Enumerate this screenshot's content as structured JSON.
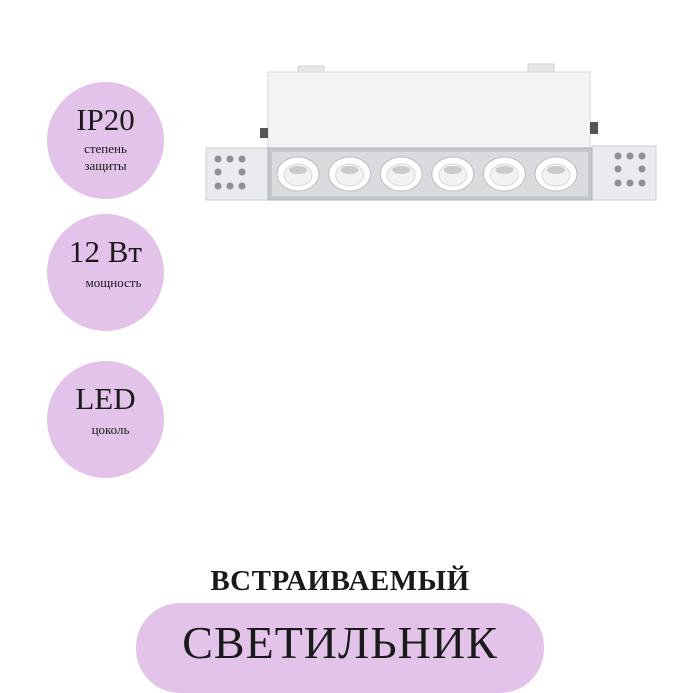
{
  "badges": [
    {
      "value": "IP20",
      "label_line1": "степень",
      "label_line2": "защиты"
    },
    {
      "value": "12 Вт",
      "label_line1": "мощность"
    },
    {
      "value": "LED",
      "label_line1": "цоколь"
    }
  ],
  "product": {
    "lens_count": 6
  },
  "caption": {
    "line1": "ВСТРАИВАЕМЫЙ",
    "line2": "СВЕТИЛЬНИК"
  },
  "colors": {
    "accent": "#e3c3ea",
    "text": "#1a1a1a",
    "background": "#ffffff"
  }
}
